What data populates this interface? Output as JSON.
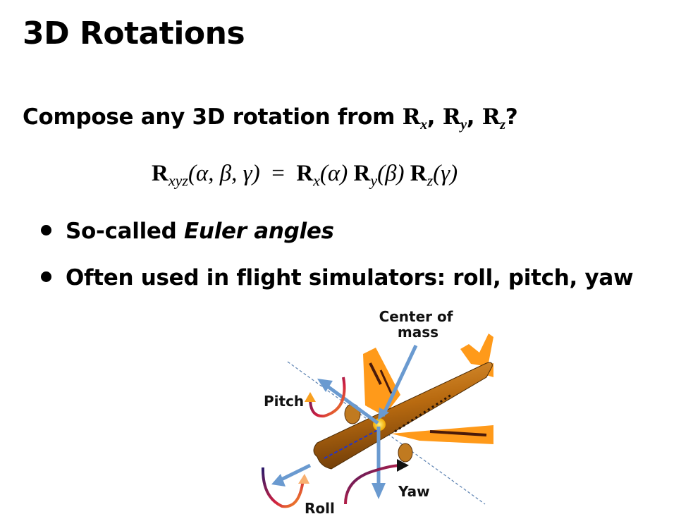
{
  "slide": {
    "title": "3D Rotations",
    "question": {
      "prefix": "Compose any 3D rotation from ",
      "rx": "R",
      "rx_sub": "x",
      "sep1": ", ",
      "ry": "R",
      "ry_sub": "y",
      "sep2": ", ",
      "rz": "R",
      "rz_sub": "z",
      "suffix": "?"
    },
    "equation": {
      "lhs": "R",
      "lhs_sub": "xyz",
      "lhs_args": "(α, β, γ)",
      "equals": "=",
      "t1": "R",
      "t1_sub": "x",
      "t1_arg": "(α)",
      "t2": "R",
      "t2_sub": "y",
      "t2_arg": "(β)",
      "t3": "R",
      "t3_sub": "z",
      "t3_arg": "(γ)"
    },
    "bullets": [
      {
        "text": "So-called ",
        "emph": "Euler angles"
      },
      {
        "text": "Often used in flight simulators: roll, pitch, yaw"
      }
    ],
    "figure": {
      "center_label_1": "Center of",
      "center_label_2": "mass",
      "pitch": "Pitch",
      "roll": "Roll",
      "yaw": "Yaw"
    }
  }
}
